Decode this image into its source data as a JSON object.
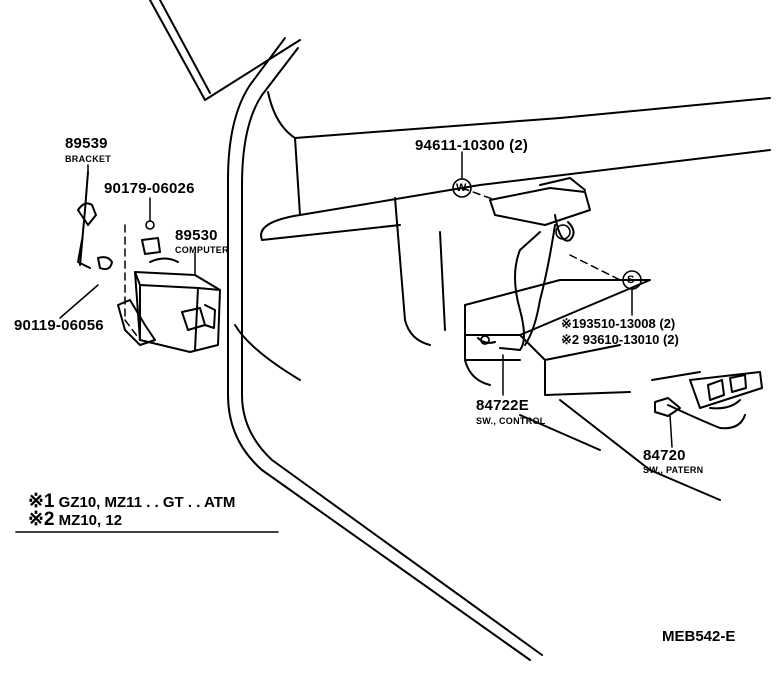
{
  "parts": {
    "bracket": {
      "number": "89539",
      "name": "BRACKET"
    },
    "screw_top": {
      "number": "90179-06026"
    },
    "computer": {
      "number": "89530",
      "name": "COMPUTER"
    },
    "screw_left": {
      "number": "90119-06056"
    },
    "bolt_w": {
      "number": "94611-10300 (2)"
    },
    "screw_s1": {
      "number": "※193510-13008 (2)"
    },
    "screw_s2": {
      "number": "※2 93610-13010 (2)"
    },
    "switch_control": {
      "number": "84722E",
      "name": "SW., CONTROL"
    },
    "switch_pattern": {
      "number": "84720",
      "name": "SW., PATERN"
    }
  },
  "markers": {
    "w": "W",
    "s": "S"
  },
  "notes": [
    {
      "mark": "※1",
      "text": "GZ10, MZ11 . . GT . . ATM"
    },
    {
      "mark": "※2",
      "text": "MZ10, 12"
    }
  ],
  "figure_code": "MEB542-E"
}
